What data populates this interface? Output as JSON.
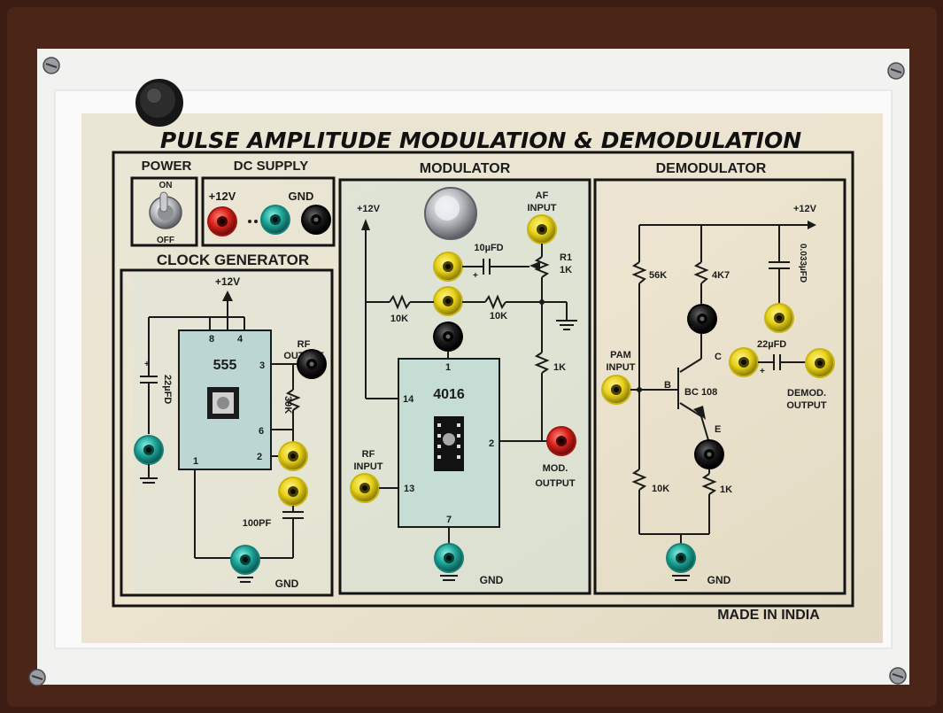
{
  "title": "PULSE AMPLITUDE MODULATION & DEMODULATION",
  "footer": "MADE IN INDIA",
  "power": {
    "label": "POWER",
    "on": "ON",
    "off": "OFF"
  },
  "dc_supply": {
    "label": "DC SUPPLY",
    "plus12": "+12V",
    "gnd": "GND"
  },
  "clock": {
    "label": "CLOCK GENERATOR",
    "vcc": "+12V",
    "ic": "555",
    "pin8": "8",
    "pin4": "4",
    "pin3": "3",
    "pin6": "6",
    "pin2": "2",
    "pin1": "1",
    "rf_output_1": "RF",
    "rf_output_2": "OUTPUT",
    "cap": "22µFD",
    "res": "39K",
    "cap2": "100PF",
    "gnd": "GND"
  },
  "modulator": {
    "label": "MODULATOR",
    "vcc": "+12V",
    "af_input_1": "AF",
    "af_input_2": "INPUT",
    "cap": "10µFD",
    "r1": "R1",
    "r1_val": "1K",
    "r_10k_a": "10K",
    "r_10k_b": "10K",
    "r_1k": "1K",
    "ic": "4016",
    "pin1": "1",
    "pin14": "14",
    "pin2": "2",
    "pin13": "13",
    "pin7": "7",
    "rf_input_1": "RF",
    "rf_input_2": "INPUT",
    "mod_output_1": "MOD.",
    "mod_output_2": "OUTPUT",
    "gnd": "GND"
  },
  "demodulator": {
    "label": "DEMODULATOR",
    "vcc": "+12V",
    "cap_top": "0.033µFD",
    "r56k": "56K",
    "r4k7": "4K7",
    "pam_input_1": "PAM",
    "pam_input_2": "INPUT",
    "transistor": "BC 108",
    "b": "B",
    "c": "C",
    "e": "E",
    "cap": "22µFD",
    "demod_output_1": "DEMOD.",
    "demod_output_2": "OUTPUT",
    "r10k": "10K",
    "r1k": "1K",
    "gnd": "GND"
  },
  "colors": {
    "frame": "#3b1c12",
    "panel": "#e6e2d2",
    "teal": "#1fa59a",
    "yellow": "#e9d415",
    "red": "#d8231e",
    "black": "#111111"
  }
}
